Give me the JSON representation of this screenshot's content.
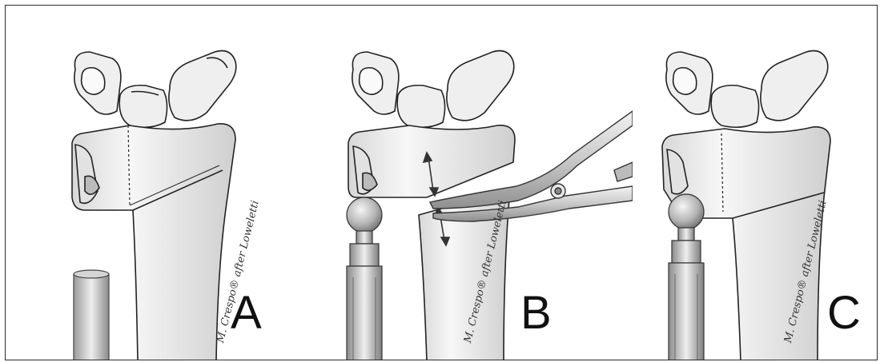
{
  "panels": [
    {
      "letter": "A",
      "signature": "M. Crespo® after Loweletti"
    },
    {
      "letter": "B",
      "signature": "M. Crespo® after Loweletti"
    },
    {
      "letter": "C",
      "signature": "M. Crespo® after Loweletti"
    }
  ],
  "colors": {
    "bone_fill": "#f2f2f2",
    "bone_shade": "#c9c9c9",
    "outline": "#222222",
    "metal_light": "#e6e6e6",
    "metal_dark": "#7a7a7a"
  },
  "icons": {
    "arrow": "double-headed-arrow-icon"
  }
}
